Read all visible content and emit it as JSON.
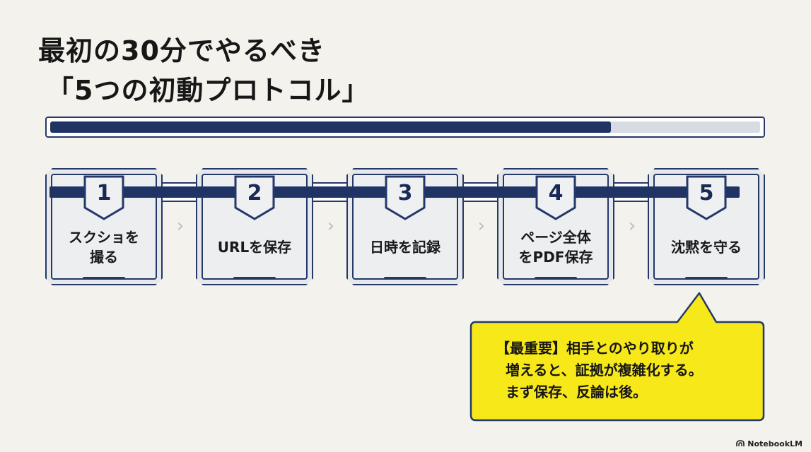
{
  "title": {
    "line1": "最初の30分でやるべき",
    "line2": "「5つの初動プロトコル」"
  },
  "progress": {
    "value": 0.79
  },
  "rail": {
    "value": 0.97
  },
  "steps": [
    {
      "number": "1",
      "label": "スクショを\n撮る"
    },
    {
      "number": "2",
      "label": "URLを保存"
    },
    {
      "number": "3",
      "label": "日時を記録"
    },
    {
      "number": "4",
      "label": "ページ全体\nをPDF保存"
    },
    {
      "number": "5",
      "label": "沈黙を守る"
    }
  ],
  "arrows": [
    "chevron-right-icon",
    "chevron-right-icon",
    "chevron-right-icon",
    "chevron-right-icon"
  ],
  "callout": {
    "line1": "【最重要】相手とのやり取りが",
    "line2": "増えると、証拠が複雑化する。",
    "line3": "まず保存、反論は後。"
  },
  "brand": {
    "name": "NotebookLM"
  },
  "colors": {
    "navy": "#1f3464",
    "track": "#d8dbe1",
    "callout_fill": "#f7e81a",
    "background": "#f3f2ec"
  }
}
